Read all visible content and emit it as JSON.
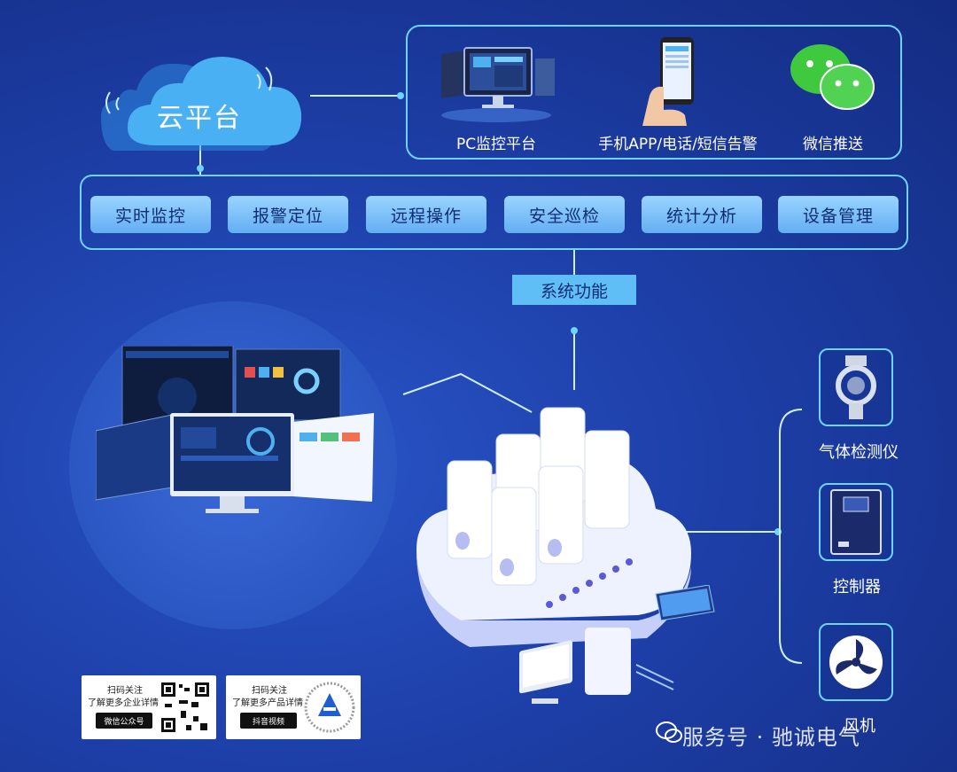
{
  "cloud": {
    "label": "云平台"
  },
  "channels": [
    {
      "label": "PC监控平台",
      "icon": "monitor-icon"
    },
    {
      "label": "手机APP/电话/短信告警",
      "icon": "phone-hand-icon"
    },
    {
      "label": "微信推送",
      "icon": "wechat-icon"
    }
  ],
  "functions": [
    "实时监控",
    "报警定位",
    "远程操作",
    "安全巡检",
    "统计分析",
    "设备管理"
  ],
  "system_label": "系统功能",
  "devices": [
    {
      "label": "气体检测仪",
      "icon": "gas-detector-icon"
    },
    {
      "label": "控制器",
      "icon": "controller-icon"
    },
    {
      "label": "风机",
      "icon": "fan-icon"
    }
  ],
  "qr_cards": [
    {
      "line1": "扫码关注",
      "line2": "了解更多企业详情",
      "tag": "微信公众号"
    },
    {
      "line1": "扫码关注",
      "line2": "了解更多产品详情",
      "tag": "抖音视频"
    }
  ],
  "watermark": "服务号 · 驰诚电气",
  "colors": {
    "accent": "#6fd3ff",
    "button": "#63aef2",
    "background": "#1d3fa8"
  }
}
